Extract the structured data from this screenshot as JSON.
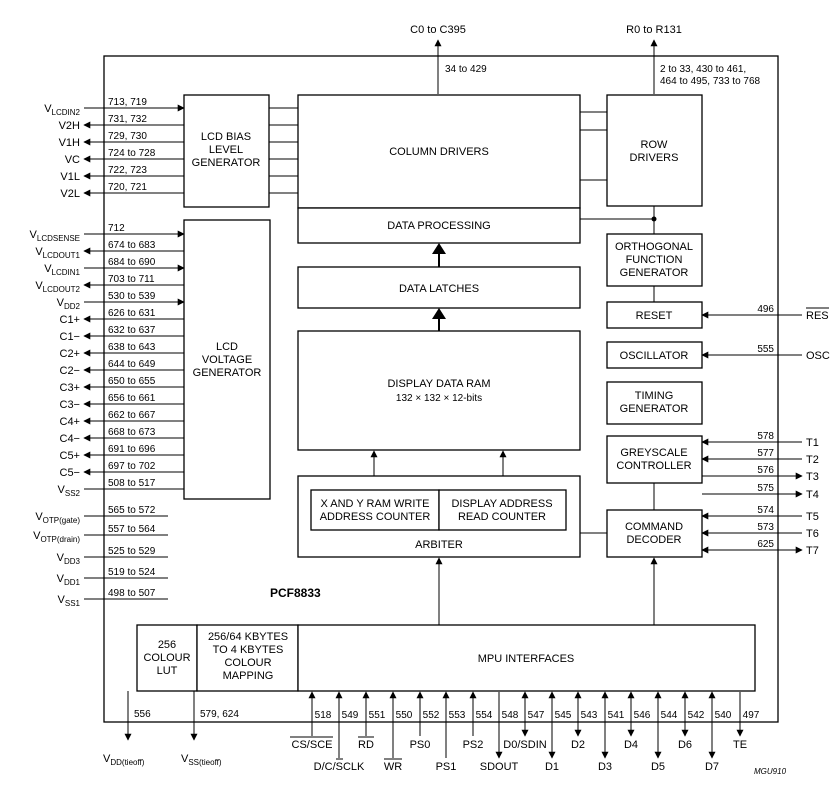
{
  "top": {
    "column_signal": "C0 to C395",
    "column_pins": "34 to 429",
    "row_signal": "R0 to R131",
    "row_pins_line1": "2 to 33, 430 to 461,",
    "row_pins_line2": "464 to 495, 733 to 768"
  },
  "blocks": {
    "lcd_bias": [
      "LCD BIAS",
      "LEVEL",
      "GENERATOR"
    ],
    "column_drivers": "COLUMN DRIVERS",
    "row_drivers": [
      "ROW",
      "DRIVERS"
    ],
    "data_processing": "DATA PROCESSING",
    "data_latches": "DATA LATCHES",
    "display_ram": "DISPLAY DATA RAM",
    "display_ram_size": "132 × 132 × 12-bits",
    "lcd_voltage": [
      "LCD",
      "VOLTAGE",
      "GENERATOR"
    ],
    "orthogonal": [
      "ORTHOGONAL",
      "FUNCTION",
      "GENERATOR"
    ],
    "reset": "RESET",
    "oscillator": "OSCILLATOR",
    "timing": [
      "TIMING",
      "GENERATOR"
    ],
    "greyscale": [
      "GREYSCALE",
      "CONTROLLER"
    ],
    "command": [
      "COMMAND",
      "DECODER"
    ],
    "xy_counter": [
      "X AND Y RAM WRITE",
      "ADDRESS COUNTER"
    ],
    "display_counter": [
      "DISPLAY ADDRESS",
      "READ COUNTER"
    ],
    "arbiter": "ARBITER",
    "chip_name": "PCF8833",
    "colour_lut": [
      "256",
      "COLOUR",
      "LUT"
    ],
    "colour_mapping": [
      "256/64 KBYTES",
      "TO 4 KBYTES",
      "COLOUR",
      "MAPPING"
    ],
    "mpu": "MPU INTERFACES"
  },
  "left_bias": [
    {
      "main": "V",
      "sub": "LCDIN2",
      "pins": "713, 719"
    },
    {
      "main": "V2H",
      "sub": "",
      "pins": "731, 732"
    },
    {
      "main": "V1H",
      "sub": "",
      "pins": "729, 730"
    },
    {
      "main": "VC",
      "sub": "",
      "pins": "724 to 728"
    },
    {
      "main": "V1L",
      "sub": "",
      "pins": "722, 723"
    },
    {
      "main": "V2L",
      "sub": "",
      "pins": "720, 721"
    }
  ],
  "left_voltage": [
    {
      "main": "V",
      "sub": "LCDSENSE",
      "pins": "712"
    },
    {
      "main": "V",
      "sub": "LCDOUT1",
      "pins": "674 to 683"
    },
    {
      "main": "V",
      "sub": "LCDIN1",
      "pins": "684 to 690"
    },
    {
      "main": "V",
      "sub": "LCDOUT2",
      "pins": "703 to 711"
    },
    {
      "main": "V",
      "sub": "DD2",
      "pins": "530 to 539"
    },
    {
      "main": "C1+",
      "sub": "",
      "pins": "626 to 631"
    },
    {
      "main": "C1−",
      "sub": "",
      "pins": "632 to 637"
    },
    {
      "main": "C2+",
      "sub": "",
      "pins": "638 to 643"
    },
    {
      "main": "C2−",
      "sub": "",
      "pins": "644 to 649"
    },
    {
      "main": "C3+",
      "sub": "",
      "pins": "650 to 655"
    },
    {
      "main": "C3−",
      "sub": "",
      "pins": "656 to 661"
    },
    {
      "main": "C4+",
      "sub": "",
      "pins": "662 to 667"
    },
    {
      "main": "C4−",
      "sub": "",
      "pins": "668 to 673"
    },
    {
      "main": "C5+",
      "sub": "",
      "pins": "691 to 696"
    },
    {
      "main": "C5−",
      "sub": "",
      "pins": "697 to 702"
    },
    {
      "main": "V",
      "sub": "SS2",
      "pins": "508 to 517"
    }
  ],
  "left_misc": [
    {
      "main": "V",
      "sub": "OTP(gate)",
      "pins": "565 to 572"
    },
    {
      "main": "V",
      "sub": "OTP(drain)",
      "pins": "557 to 564"
    },
    {
      "main": "V",
      "sub": "DD3",
      "pins": "525 to 529"
    },
    {
      "main": "V",
      "sub": "DD1",
      "pins": "519 to 524"
    },
    {
      "main": "V",
      "sub": "SS1",
      "pins": "498 to 507"
    }
  ],
  "right_pins": [
    {
      "signal": "RES",
      "pin": "496"
    },
    {
      "signal": "OSC",
      "pin": "555"
    },
    {
      "signal": "T1",
      "pin": "578"
    },
    {
      "signal": "T2",
      "pin": "577"
    },
    {
      "signal": "T3",
      "pin": "576"
    },
    {
      "signal": "T4",
      "pin": "575"
    },
    {
      "signal": "T5",
      "pin": "574"
    },
    {
      "signal": "T6",
      "pin": "573"
    },
    {
      "signal": "T7",
      "pin": "625"
    }
  ],
  "bottom_left": [
    {
      "main": "V",
      "sub": "DD(tieoff)",
      "pins": "556"
    },
    {
      "main": "V",
      "sub": "SS(tieoff)",
      "pins": "579, 624"
    }
  ],
  "bottom_pins": [
    {
      "pin": "518",
      "signal": "CS/SCE"
    },
    {
      "pin": "549",
      "signal": "D/C/SCLK"
    },
    {
      "pin": "551",
      "signal": "RD"
    },
    {
      "pin": "550",
      "signal": "WR"
    },
    {
      "pin": "552",
      "signal": "PS0"
    },
    {
      "pin": "553",
      "signal": "PS1"
    },
    {
      "pin": "554",
      "signal": "PS2"
    },
    {
      "pin": "548",
      "signal": "SDOUT"
    },
    {
      "pin": "547",
      "signal": "D0/SDIN"
    },
    {
      "pin": "545",
      "signal": "D1"
    },
    {
      "pin": "543",
      "signal": "D2"
    },
    {
      "pin": "541",
      "signal": "D3"
    },
    {
      "pin": "546",
      "signal": "D4"
    },
    {
      "pin": "544",
      "signal": "D5"
    },
    {
      "pin": "542",
      "signal": "D6"
    },
    {
      "pin": "540",
      "signal": "D7"
    },
    {
      "pin": "497",
      "signal": "TE"
    }
  ],
  "figure_code": "MGU910"
}
